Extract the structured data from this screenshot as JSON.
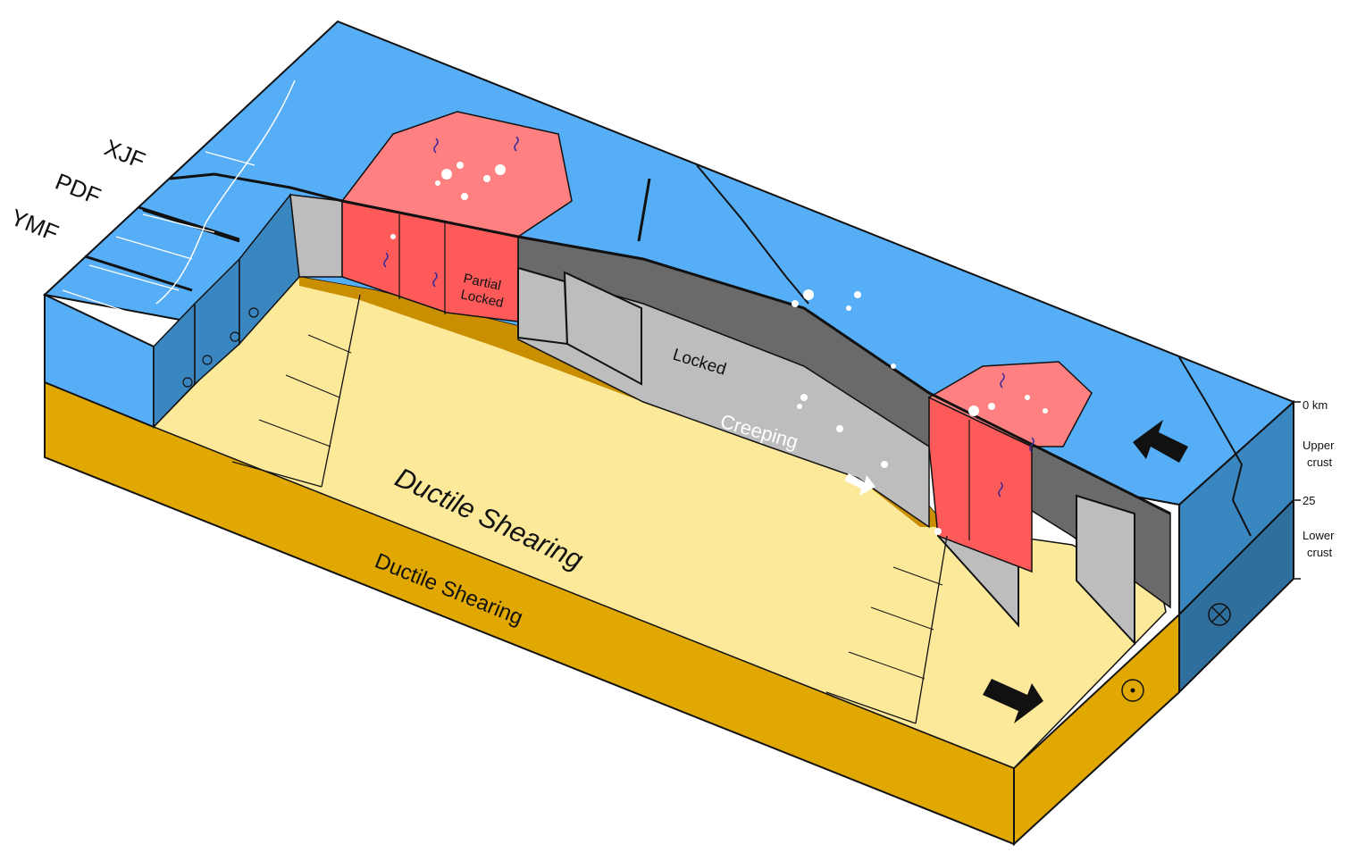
{
  "faults": [
    "XJF",
    "PDF",
    "YMF"
  ],
  "zones": {
    "partial_locked_line1": "Partial",
    "partial_locked_line2": "Locked",
    "locked": "Locked",
    "creeping": "Creeping",
    "ductile_basal": "Ductile Shearing",
    "ductile_front": "Ductile Shearing"
  },
  "depth_scale": {
    "top": "0 km",
    "upper_line1": "Upper",
    "upper_line2": "crust",
    "mid": "25",
    "lower_line1": "Lower",
    "lower_line2": "crust"
  },
  "colors": {
    "upper_crust": "#56aef7",
    "side_blue": "#3a86c0",
    "lower_side_blue": "#2f6f9e",
    "ductile_fill": "#fde99a",
    "ductile_side": "#e0a800",
    "creeping_band": "#c98f00",
    "locked_dark": "#6a6a6a",
    "locked_light": "#bdbdbd",
    "partial_locked": "#ff5a5a",
    "seismic_patch": "#ff8080"
  },
  "icons": [
    "arrow-right-icon",
    "arrow-left-icon",
    "into-page-icon",
    "out-of-page-icon",
    "seismicity-cluster-icon",
    "wavy-arrow-icon"
  ]
}
